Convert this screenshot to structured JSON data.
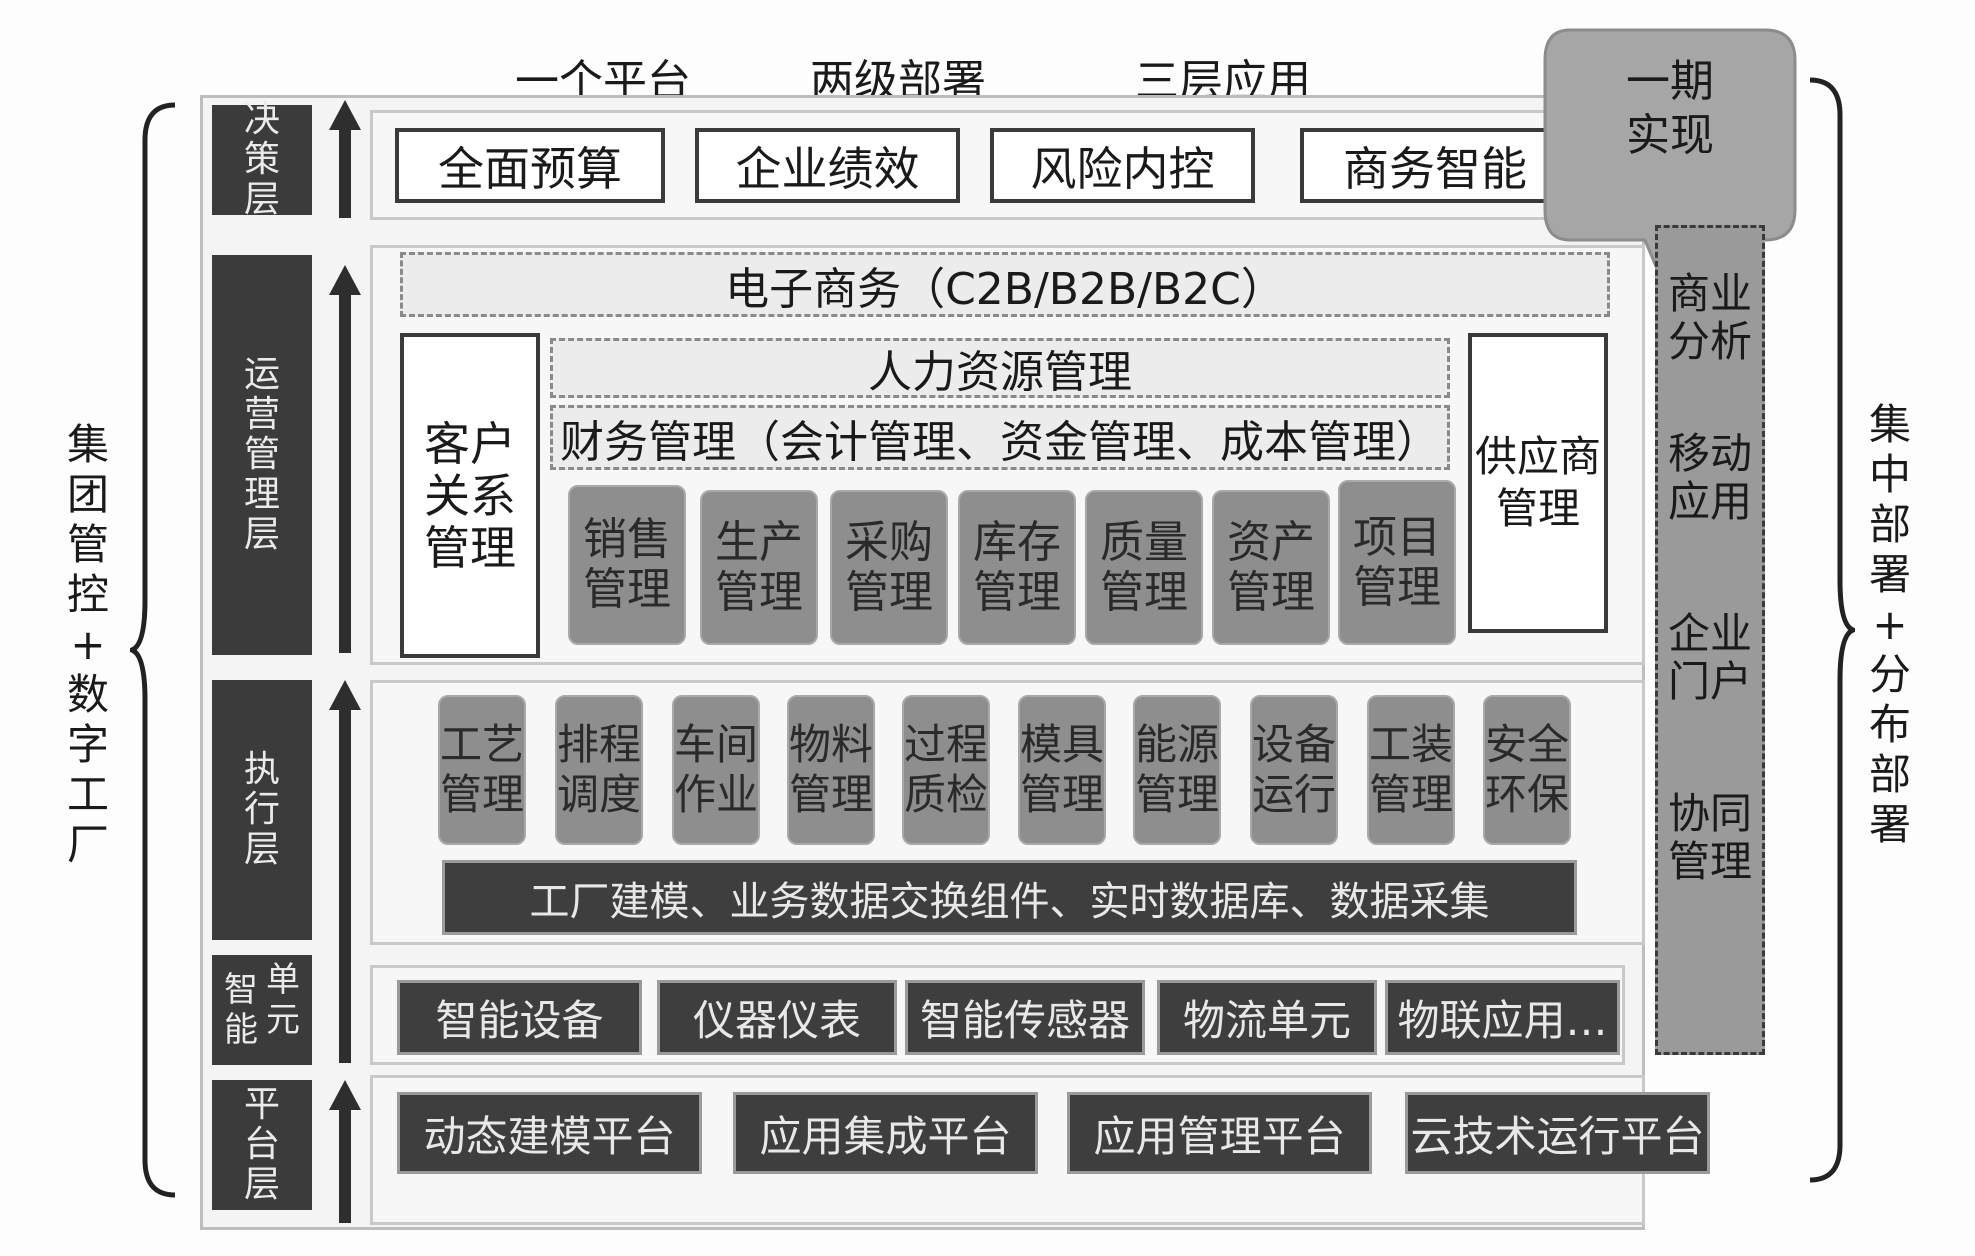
{
  "header": {
    "item1": "一个平台",
    "item2": "两级部署",
    "item3": "三层应用"
  },
  "callout": {
    "line1": "一期",
    "line2": "实现"
  },
  "left_brace_label": [
    "集",
    "团",
    "管",
    "控",
    "+",
    "数",
    "字",
    "工",
    "厂"
  ],
  "right_brace_label": [
    "集",
    "中",
    "部",
    "署",
    "+",
    "分",
    "布",
    "部",
    "署"
  ],
  "layers": {
    "decision": [
      "决",
      "策",
      "层"
    ],
    "operation": [
      "运",
      "营",
      "管",
      "理",
      "层"
    ],
    "execution": [
      "执",
      "行",
      "层"
    ],
    "smart_unit_col1": [
      "智",
      "能"
    ],
    "smart_unit_col2": [
      "单",
      "元"
    ],
    "platform": [
      "平",
      "台",
      "层"
    ]
  },
  "decision_row": [
    "全面预算",
    "企业绩效",
    "风险内控",
    "商务智能"
  ],
  "ecommerce": "电子商务（C2B/B2B/B2C）",
  "crm": [
    "客户",
    "关系",
    "管理"
  ],
  "hr": "人力资源管理",
  "finance": "财务管理（会计管理、资金管理、成本管理）",
  "supplier": [
    "供应商",
    "管理"
  ],
  "ops_modules": [
    [
      "销售",
      "管理"
    ],
    [
      "生产",
      "管理"
    ],
    [
      "采购",
      "管理"
    ],
    [
      "库存",
      "管理"
    ],
    [
      "质量",
      "管理"
    ],
    [
      "资产",
      "管理"
    ],
    [
      "项目",
      "管理"
    ]
  ],
  "exec_modules": [
    [
      "工艺",
      "管理"
    ],
    [
      "排程",
      "调度"
    ],
    [
      "车间",
      "作业"
    ],
    [
      "物料",
      "管理"
    ],
    [
      "过程",
      "质检"
    ],
    [
      "模具",
      "管理"
    ],
    [
      "能源",
      "管理"
    ],
    [
      "设备",
      "运行"
    ],
    [
      "工装",
      "管理"
    ],
    [
      "安全",
      "环保"
    ]
  ],
  "exec_bar": "工厂建模、业务数据交换组件、实时数据库、数据采集",
  "smart_row": [
    "智能设备",
    "仪器仪表",
    "智能传感器",
    "物流单元",
    "物联应用…"
  ],
  "platform_row": [
    "动态建模平台",
    "应用集成平台",
    "应用管理平台",
    "云技术运行平台"
  ],
  "right_column": [
    [
      "商业",
      "分析"
    ],
    [
      "移动",
      "应用"
    ],
    [
      "企业",
      "门户"
    ],
    [
      "协同",
      "管理"
    ]
  ]
}
